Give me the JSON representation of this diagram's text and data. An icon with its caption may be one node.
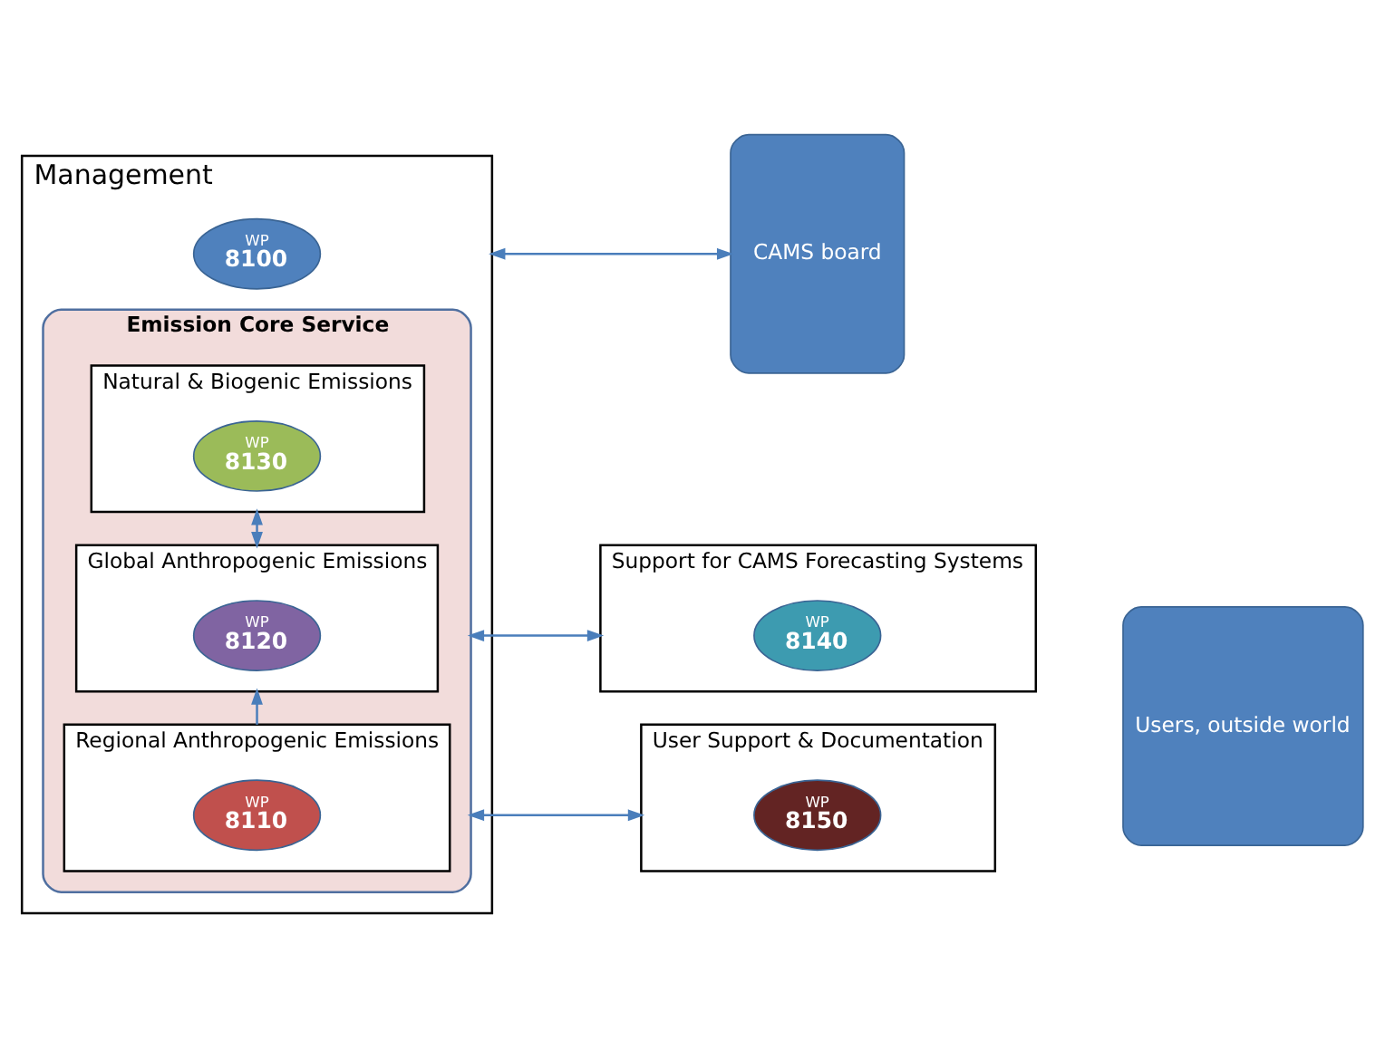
{
  "diagram": {
    "nodes": [
      {
        "text": [
          "Management"
        ]
      },
      {
        "text": [
          "WP",
          "8100"
        ],
        "in": 0
      },
      {
        "text": [
          "Emission Core Service"
        ],
        "in": 0
      },
      {
        "text": [
          "Natural & Biogenic Emissions"
        ],
        "in": 2
      },
      {
        "text": [
          "WP",
          "8130"
        ],
        "in": 3
      },
      {
        "text": [
          "Global Anthropogenic Emissions"
        ],
        "in": 2
      },
      {
        "text": [
          "WP",
          "8120"
        ],
        "in": 5
      },
      {
        "text": [
          "Regional Anthropogenic Emissions"
        ],
        "in": 2
      },
      {
        "text": [
          "WP",
          "8110"
        ],
        "in": 7
      },
      {
        "text": [
          "Support for CAMS Forecasting Systems"
        ]
      },
      {
        "text": [
          "WP",
          "8140"
        ],
        "in": 9
      },
      {
        "text": [
          "User Support & Documentation"
        ]
      },
      {
        "text": [
          "WP",
          "8150"
        ],
        "in": 11
      },
      {
        "text": [
          "CAMS board"
        ]
      },
      {
        "text": [
          "Users, outside world"
        ]
      }
    ],
    "edges": [
      {
        "from": 3,
        "to": 5,
        "arrow": "both"
      },
      {
        "from": 7,
        "to": 5,
        "arrow": "to"
      },
      {
        "from": 2,
        "to": 9,
        "arrow": "both"
      },
      {
        "from": 2,
        "to": 11,
        "arrow": "both"
      },
      {
        "from": 0,
        "to": 13,
        "arrow": "both"
      }
    ]
  }
}
